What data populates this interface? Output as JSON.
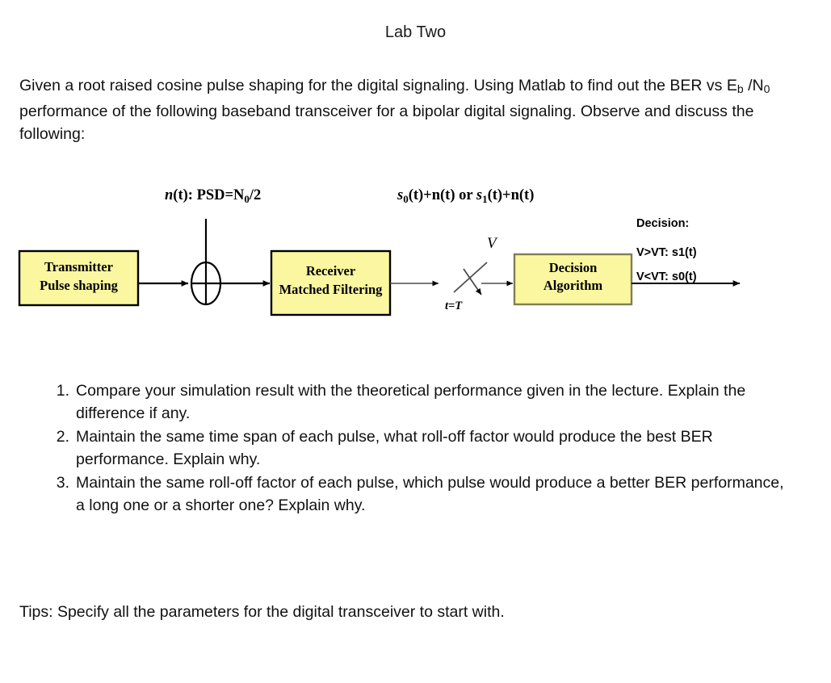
{
  "document": {
    "title": "Lab Two",
    "intro_parts": {
      "before_eb": "Given a root raised cosine pulse shaping for the digital signaling. Using Matlab to find out the BER vs E",
      "eb_sub": "b",
      "between": " /N",
      "n0_sub": "0",
      "after_n0": " performance of the following baseband transceiver for a bipolar digital signaling. Observe and discuss the following:"
    },
    "tips": "Tips: Specify all the parameters for the digital transceiver to start with."
  },
  "tasks": [
    {
      "number": "1.",
      "text": "Compare your simulation result with the theoretical performance given in the lecture. Explain the difference if any."
    },
    {
      "number": "2.",
      "text": "Maintain the same time span of each pulse, what roll-off factor would produce the best BER performance. Explain why."
    },
    {
      "number": "3.",
      "text": "Maintain the same roll-off factor of each pulse, which pulse would produce a better BER performance, a long one or a shorter one? Explain why."
    }
  ],
  "diagram": {
    "noise_label": {
      "prefix": "n",
      "body": "(t): PSD=N",
      "sub": "0",
      "suffix": "/2"
    },
    "signal_label": {
      "s0": "s",
      "sub0": "0",
      "mid": "(t)+n(t) or ",
      "s1": "s",
      "sub1": "1",
      "end": "(t)+n(t)"
    },
    "blocks": [
      {
        "id": "transmitter",
        "line1": "Transmitter",
        "line2": "Pulse shaping"
      },
      {
        "id": "receiver",
        "line1": "Receiver",
        "line2": "Matched Filtering"
      },
      {
        "id": "decision",
        "line1": "Decision",
        "line2": "Algorithm"
      }
    ],
    "voltage_label": "V",
    "sample_label": "t=T",
    "decision_heading": "Decision:",
    "decision_rule_high": "V>VT: s1(t)",
    "decision_rule_low": "V<VT: s0(t)",
    "colors": {
      "block_fill": "#FBF7A0",
      "block_border_dark": "#000000",
      "block_border_olive": "#7F7F52",
      "line": "#000000",
      "line_grey": "#4D4D4D"
    }
  }
}
